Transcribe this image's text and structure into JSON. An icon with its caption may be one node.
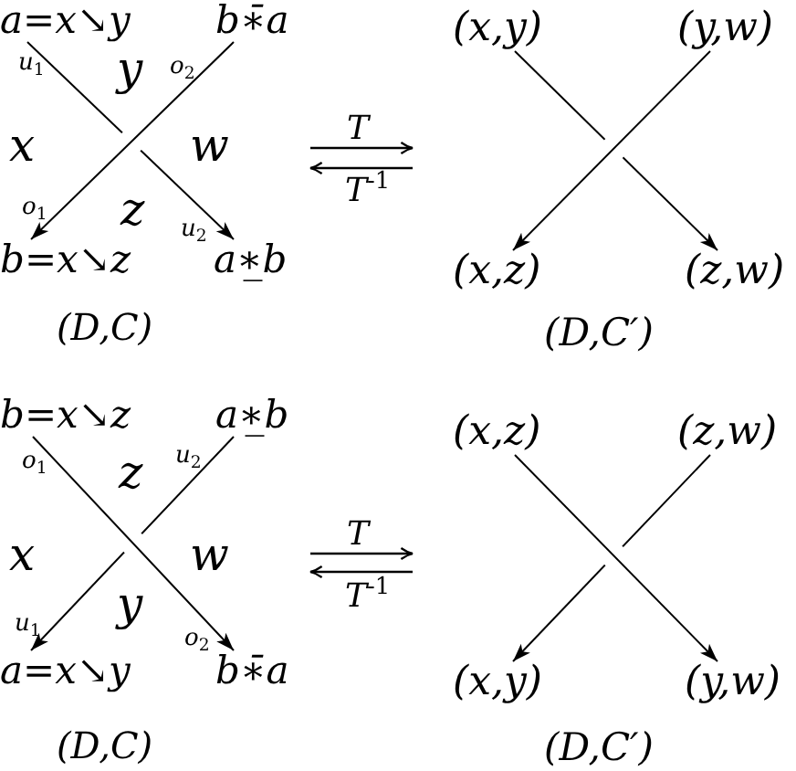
{
  "diagram": {
    "nodes": [
      {
        "text": [
          "(D,C)"
        ]
      },
      {
        "text": [
          "a=x↘y"
        ],
        "in": 0
      },
      {
        "text": [
          "b∗̄a"
        ],
        "in": 0
      },
      {
        "text": [
          "b=x↘z"
        ],
        "in": 0
      },
      {
        "text": [
          "a∗̲b"
        ],
        "in": 0
      },
      {
        "text": [
          "(D,C′)"
        ]
      },
      {
        "text": [
          "(x,y)"
        ],
        "in": 5
      },
      {
        "text": [
          "(y,w)"
        ],
        "in": 5
      },
      {
        "text": [
          "(x,z)"
        ],
        "in": 5
      },
      {
        "text": [
          "(z,w)"
        ],
        "in": 5
      },
      {
        "text": [
          "(D,C)"
        ]
      },
      {
        "text": [
          "b=x↘z"
        ],
        "in": 10
      },
      {
        "text": [
          "a∗̲b"
        ],
        "in": 10
      },
      {
        "text": [
          "a=x↘y"
        ],
        "in": 10
      },
      {
        "text": [
          "b∗̄a"
        ],
        "in": 10
      },
      {
        "text": [
          "(D,C′)"
        ]
      },
      {
        "text": [
          "(x,z)"
        ],
        "in": 15
      },
      {
        "text": [
          "(z,w)"
        ],
        "in": 15
      },
      {
        "text": [
          "(x,y)"
        ],
        "in": 15
      },
      {
        "text": [
          "(y,w)"
        ],
        "in": 15
      }
    ],
    "edges": [
      {
        "from": 1,
        "to": 4,
        "arrow": "to"
      },
      {
        "from": 2,
        "to": 3,
        "arrow": "to"
      },
      {
        "from": 6,
        "to": 9,
        "arrow": "to"
      },
      {
        "from": 7,
        "to": 8,
        "arrow": "to"
      },
      {
        "from": 0,
        "to": 5,
        "arrow": "to",
        "label": "T"
      },
      {
        "from": 5,
        "to": 0,
        "arrow": "to",
        "label": "T$^{-1}$"
      },
      {
        "from": 11,
        "to": 14,
        "arrow": "to"
      },
      {
        "from": 12,
        "to": 13,
        "arrow": "to"
      },
      {
        "from": 16,
        "to": 19,
        "arrow": "to"
      },
      {
        "from": 17,
        "to": 18,
        "arrow": "to"
      },
      {
        "from": 10,
        "to": 15,
        "arrow": "to",
        "label": "T"
      },
      {
        "from": 15,
        "to": 10,
        "arrow": "to",
        "label": "T$^{-1}$"
      }
    ],
    "labels": [
      "u$_{1}$",
      "y",
      "o$_{2}$",
      "x",
      "w",
      "o$_{1}$",
      "z",
      "u$_{2}$",
      "o$_{1}$",
      "z",
      "u$_{2}$",
      "x",
      "w",
      "u$_{1}$",
      "y",
      "o$_{2}$"
    ]
  }
}
